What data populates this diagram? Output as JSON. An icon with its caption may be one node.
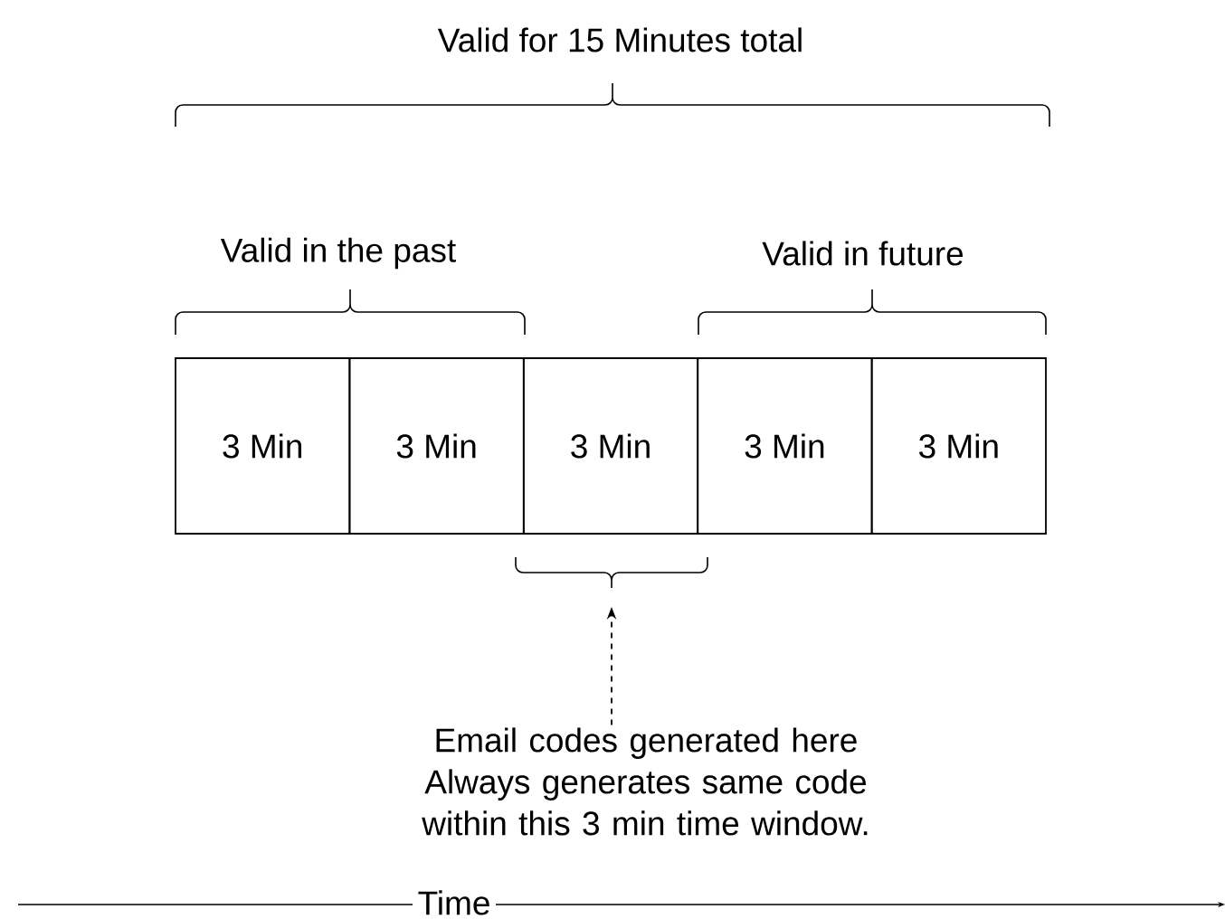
{
  "diagram": {
    "nodes": [
      {
        "text": [
          "3 Min"
        ]
      },
      {
        "text": [
          "3 Min"
        ]
      },
      {
        "text": [
          "3 Min"
        ]
      },
      {
        "text": [
          "3 Min"
        ]
      },
      {
        "text": [
          "3 Min"
        ]
      },
      {
        "text": [
          "Email codes generated here",
          "Always generates same code within this 3 min time window."
        ]
      },
      {
        "text": [],
        "shape": "bracket"
      }
    ],
    "edges": [
      {
        "from": 5,
        "to": 6,
        "arrow": "to",
        "style": "dashed"
      }
    ],
    "labels": [
      "Valid for 15 Minutes total",
      "Valid in the past",
      "Valid in future",
      "Time"
    ]
  }
}
